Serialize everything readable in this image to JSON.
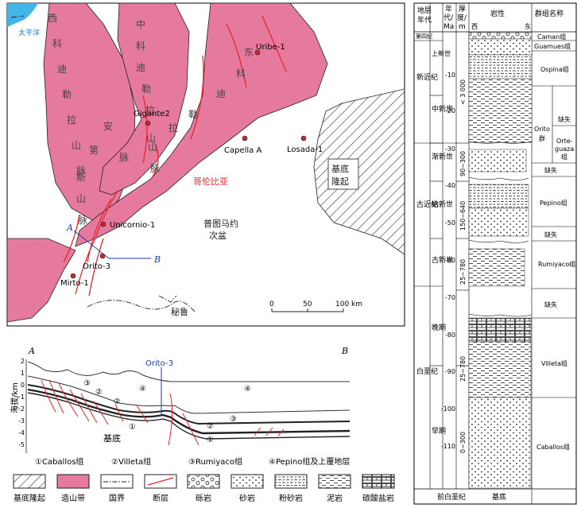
{
  "map": {
    "pacific": "太平洋",
    "cordillera_west": [
      "西",
      "科",
      "迪",
      "勒",
      "拉",
      "山",
      "脉"
    ],
    "cordillera_central": [
      "中",
      "科",
      "迪",
      "勒",
      "拉",
      "山",
      "脉"
    ],
    "cordillera_east": [
      "东",
      "科",
      "迪",
      "勒",
      "拉",
      "山",
      "脉"
    ],
    "andes": [
      "安",
      "第",
      "斯",
      "山",
      "脉"
    ],
    "colombia": "哥伦比亚",
    "peru": "秘鲁",
    "basin_line1": "普图马约",
    "basin_line2": "次盆",
    "basement_uplift_1": "基底",
    "basement_uplift_2": "隆起",
    "wells": {
      "uribe": "Uribe-1",
      "gigante": "Gigante2",
      "capella": "Capella A",
      "losada": "Losada-1",
      "unicornio": "Unicornio-1",
      "orito": "Orito-3",
      "mirto": "Mirto-1"
    },
    "section_a": "A",
    "section_b": "B",
    "scale_ticks": [
      "0",
      "50",
      "100 km"
    ]
  },
  "section": {
    "label_a": "A",
    "label_b": "B",
    "well": "Orito-3",
    "y_axis_label": "海拔/km",
    "y_ticks": [
      "2",
      "1",
      "0",
      "-1",
      "-2",
      "-3",
      "-4",
      "-5"
    ],
    "basement": "基底",
    "unit_marks": [
      "①",
      "②",
      "③",
      "④"
    ],
    "legend": [
      "①Caballos组",
      "②Villeta组",
      "③Rumiyaco组",
      "④Pepino组及上覆地层"
    ]
  },
  "legend": {
    "items": [
      "基底隆起",
      "造山带",
      "国界",
      "断层",
      "砾岩",
      "砂岩",
      "粉砂岩",
      "泥岩",
      "碳酸盐岩"
    ]
  },
  "column": {
    "headers": {
      "era": [
        "地层",
        "年代"
      ],
      "age": [
        "年",
        "代/",
        "Ma"
      ],
      "thick": [
        "厚",
        "度/",
        "m"
      ],
      "litho": "岩性",
      "west": "西",
      "east": "东",
      "group": "群组名称"
    },
    "quaternary": "第四纪",
    "neogene": "新近纪",
    "paleogene": "古近纪",
    "cretaceous": "白垩纪",
    "precretaceous": "前白垩纪",
    "basement": "基底",
    "epochs": {
      "pliocene": "上新世",
      "miocene": "中新世",
      "oligocene": "渐新世",
      "eocene": "始新世",
      "paleocene": "古新世",
      "late": "晚期",
      "early": "早期"
    },
    "ages": [
      "-10",
      "-20",
      "-30",
      "-40",
      "-50",
      "-60",
      "-70",
      "-80",
      "-90",
      "-100",
      "-110"
    ],
    "thicknesses": [
      "< 3 000",
      "90~300",
      "150~640",
      "25~780",
      "25~780",
      "0~300"
    ],
    "groups": {
      "caman": "Caman组",
      "guamues": "Guamues组",
      "ospina": "Ospina组",
      "orito_1": "Orito",
      "orito_2": "群",
      "absent": "缺失",
      "ortegu_1": "Orte-",
      "ortegu_2": "guaza",
      "ortegu_3": "组",
      "pepino": "Pepino组",
      "rumiyaco": "Rumiyaco组",
      "villeta": "Villeta组",
      "caballos": "Caballos组"
    }
  }
}
